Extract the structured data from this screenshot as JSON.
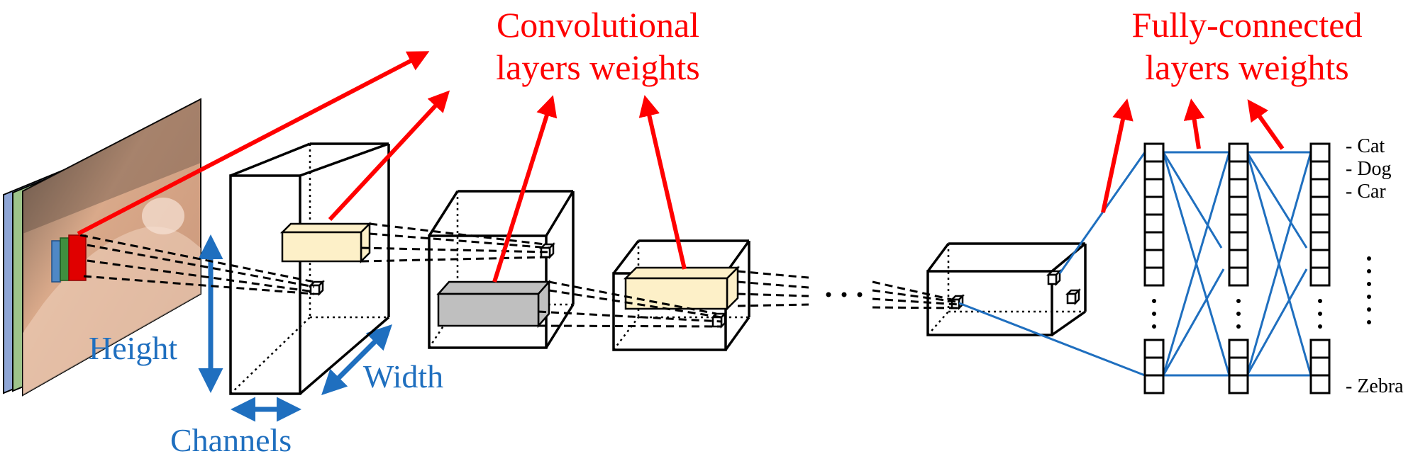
{
  "annotations": {
    "conv_weights_line1": "Convolutional",
    "conv_weights_line2": "layers weights",
    "fc_weights_line1": "Fully-connected",
    "fc_weights_line2": "layers weights"
  },
  "dimensions": {
    "height": "Height",
    "width": "Width",
    "channels": "Channels"
  },
  "classes": [
    "Cat",
    "Dog",
    "Car",
    "Zebra"
  ],
  "colors": {
    "red": "#FF0000",
    "blue": "#1F6FBF",
    "cream": "#FDF0C8",
    "gray": "#BFBFBF"
  }
}
